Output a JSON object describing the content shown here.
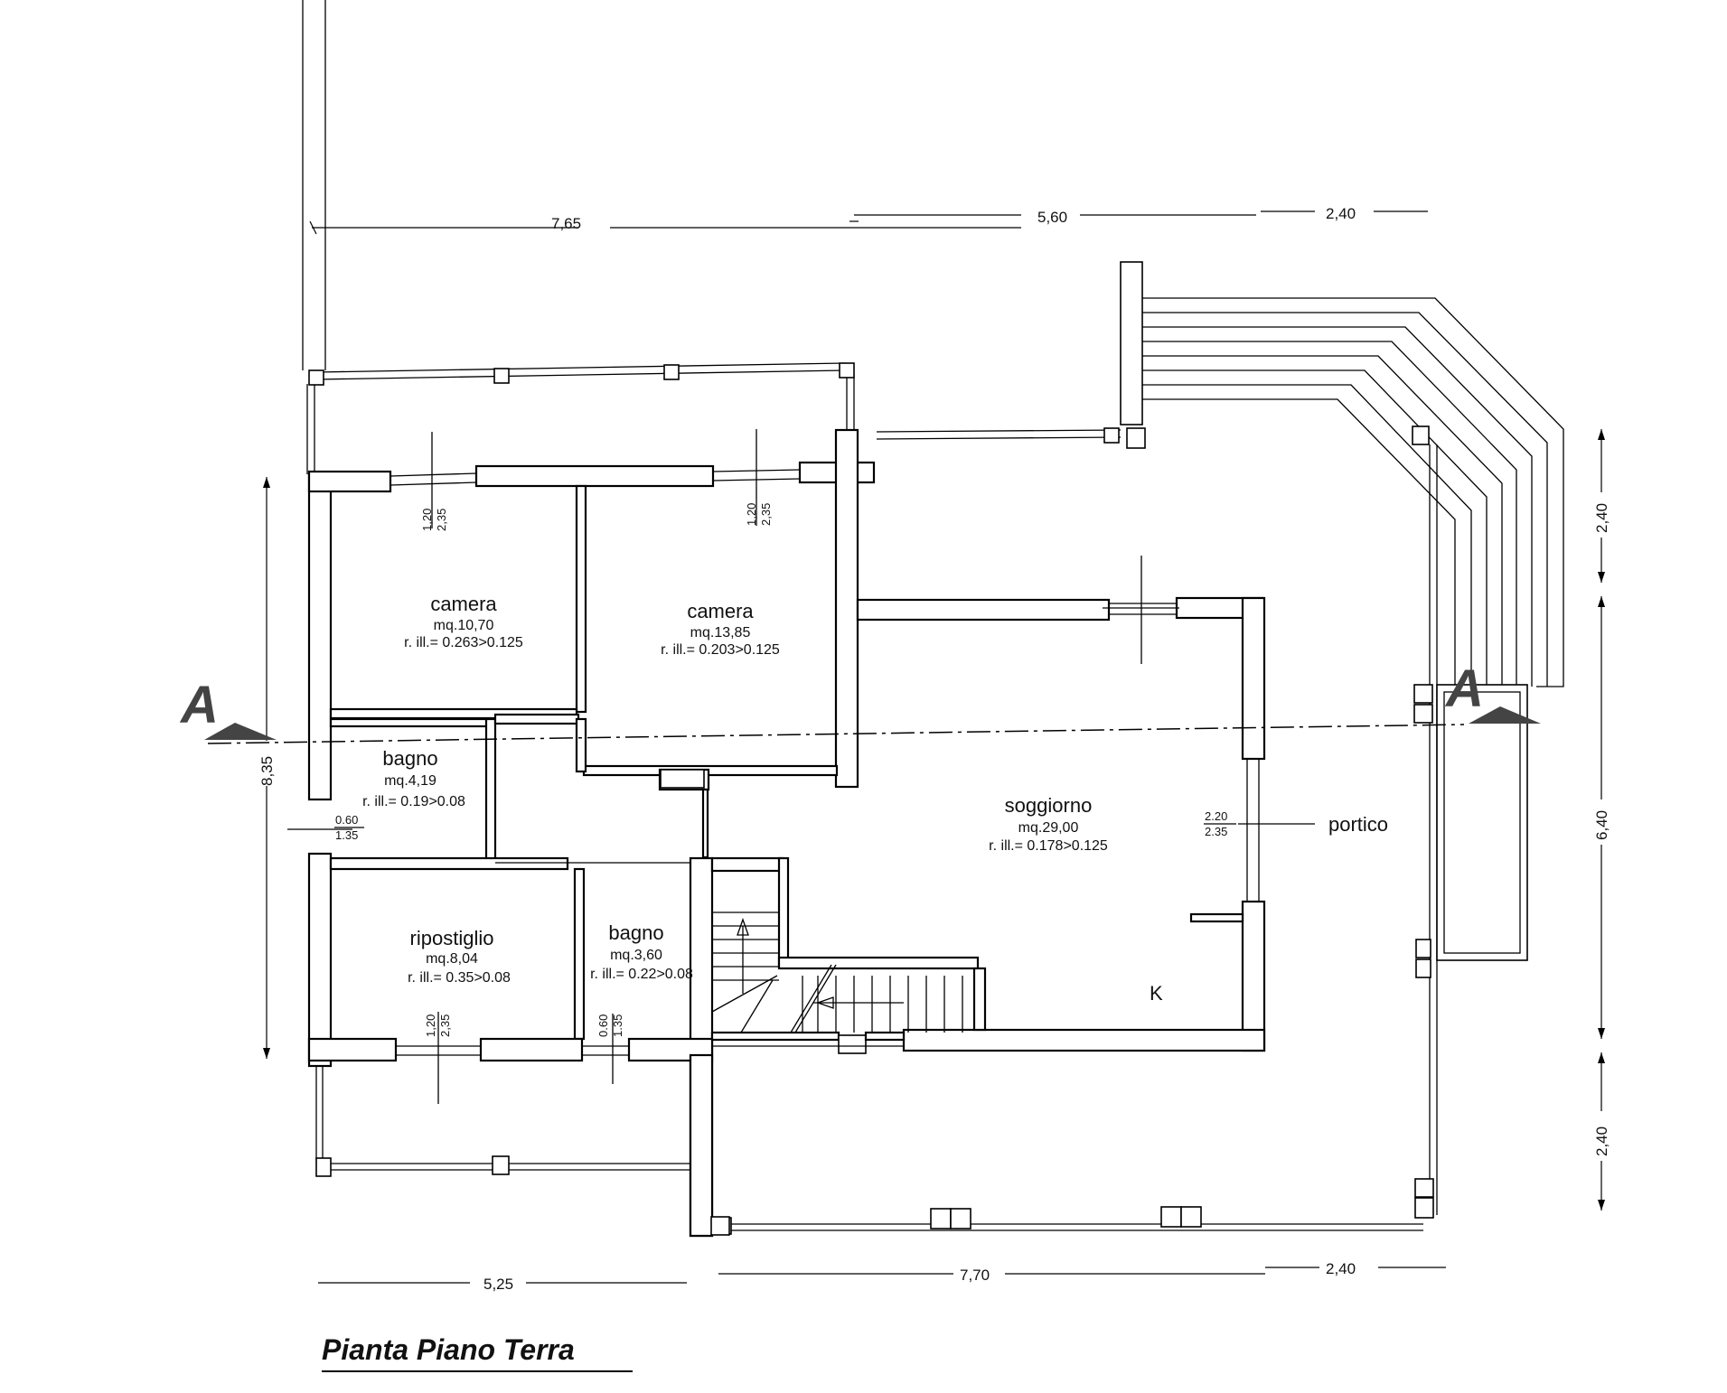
{
  "rooms": {
    "camera1": {
      "name": "camera",
      "area": "mq.10,70",
      "ratio": "r. ill.= 0.263>0.125"
    },
    "camera2": {
      "name": "camera",
      "area": "mq.13,85",
      "ratio": "r. ill.= 0.203>0.125"
    },
    "bagno1": {
      "name": "bagno",
      "area": "mq.4,19",
      "ratio": "r. ill.= 0.19>0.08"
    },
    "ripostiglio": {
      "name": "ripostiglio",
      "area": "mq.8,04",
      "ratio": "r. ill.= 0.35>0.08"
    },
    "bagno2": {
      "name": "bagno",
      "area": "mq.3,60",
      "ratio": "r. ill.= 0.22>0.08"
    },
    "soggiorno": {
      "name": "soggiorno",
      "area": "mq.29,00",
      "ratio": "r. ill.= 0.178>0.125"
    },
    "portico": {
      "name": "portico"
    },
    "kitchen": {
      "name": "K"
    }
  },
  "dimensions": {
    "top": [
      "7,65",
      "5,60",
      "2,40"
    ],
    "bottom": [
      "5,25",
      "7,70",
      "2,40"
    ],
    "left": "8,35",
    "right": [
      "2,40",
      "6,40",
      "2,40"
    ]
  },
  "windows": {
    "camera1_top": {
      "w": "1,20",
      "h": "2,35"
    },
    "camera2_top": {
      "w": "1,20",
      "h": "2,35"
    },
    "bagno1_left": {
      "w": "0.60",
      "h": "1.35"
    },
    "ripostiglio_bottom": {
      "w": "1,20",
      "h": "2,35"
    },
    "bagno2_bottom": {
      "w": "0.60",
      "h": "1.35"
    },
    "soggiorno_right": {
      "w": "2.20",
      "h": "2.35"
    }
  },
  "section": {
    "left": "A",
    "right": "A"
  },
  "title": "Pianta Piano Terra"
}
